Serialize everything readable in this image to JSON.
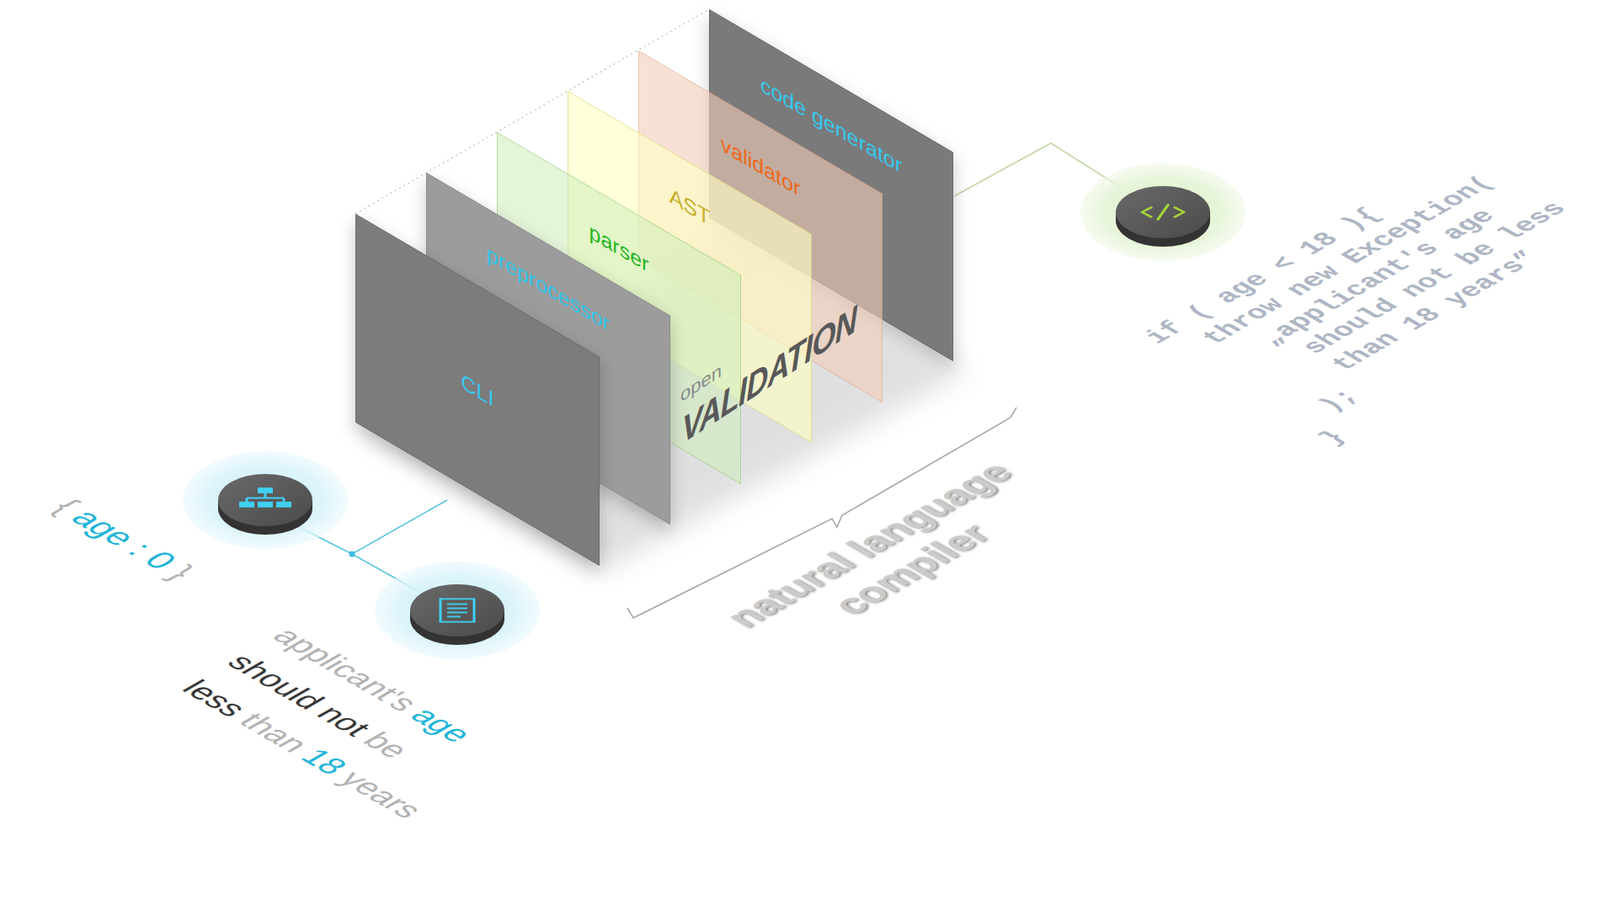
{
  "diagram": {
    "nodes": [
      {
        "text": [
          "CLI"
        ]
      },
      {
        "text": [
          "preprocessor"
        ]
      },
      {
        "text": [
          "parser"
        ]
      },
      {
        "text": [
          "AST"
        ]
      },
      {
        "text": [
          "validator"
        ]
      },
      {
        "text": [
          "code generator"
        ]
      }
    ],
    "labels": [
      "{",
      "age : 0",
      "}",
      "applicant's",
      "age",
      "should not",
      "be",
      "less",
      "than",
      "18",
      "years",
      "open",
      "VALIDATION",
      "natural language compiler",
      "if ( age < 18 ){",
      "throw new Exception(",
      "„applicant's age",
      "should not be less",
      "than 18 years”",
      ");",
      "}"
    ]
  }
}
